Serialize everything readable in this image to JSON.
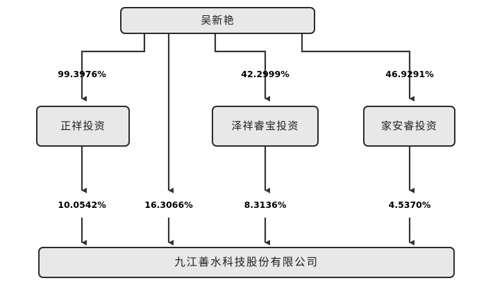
{
  "diagram": {
    "type": "ownership-structure-chart",
    "title": "",
    "colors": {
      "box_fill": "#e8e8e8",
      "box_border": "#2b2b2b",
      "connector": "#333333",
      "text": "#1d1d1d",
      "background": "#ffffff"
    },
    "top_node": {
      "id": "wu-xinyan",
      "label": "吴新艳"
    },
    "intermediate_nodes": [
      {
        "id": "zhengxiang-investment",
        "label": "正祥投资"
      },
      {
        "id": "zexiang-ruibao-investment",
        "label": "泽祥睿宝投资"
      },
      {
        "id": "jian-rui-investment",
        "label": "家安睿投资"
      }
    ],
    "bottom_node": {
      "id": "jiujiang-shanshui",
      "label": "九江善水科技股份有限公司"
    },
    "upper_edges": [
      {
        "from": "wu-xinyan",
        "to": "zhengxiang-investment",
        "label": "99.3976%"
      },
      {
        "from": "wu-xinyan",
        "to": "zexiang-ruibao-investment",
        "label": "42.2999%"
      },
      {
        "from": "wu-xinyan",
        "to": "jian-rui-investment",
        "label": "46.9291%"
      }
    ],
    "lower_edges": [
      {
        "from": "zhengxiang-investment",
        "to": "jiujiang-shanshui",
        "label": "10.0542%"
      },
      {
        "from": "wu-xinyan",
        "to": "jiujiang-shanshui",
        "label": "16.3066%"
      },
      {
        "from": "zexiang-ruibao-investment",
        "to": "jiujiang-shanshui",
        "label": "8.3136%"
      },
      {
        "from": "jian-rui-investment",
        "to": "jiujiang-shanshui",
        "label": "4.5370%"
      }
    ]
  }
}
